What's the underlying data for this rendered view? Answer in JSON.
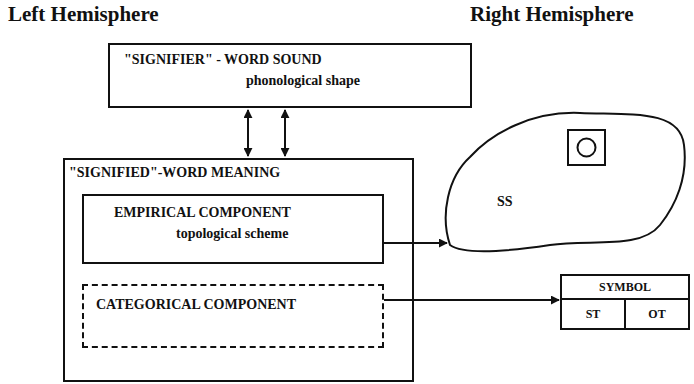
{
  "diagram": {
    "nodes": [
      {
        "text": [
          "\"SIGNIFIER\" - WORD SOUND",
          "phonological shape"
        ]
      },
      {
        "text": [
          "\"SIGNIFIED\"-WORD MEANING"
        ]
      },
      {
        "text": [
          "EMPIRICAL COMPONENT",
          "topological scheme"
        ],
        "in": 1
      },
      {
        "text": [
          "CATEGORICAL COMPONENT"
        ],
        "in": 1
      },
      {
        "text": [
          "SS"
        ]
      },
      {
        "text": [
          "SYMBOL",
          "ST",
          "OT"
        ]
      }
    ],
    "edges": [
      {
        "from": 0,
        "to": 1,
        "arrow": "both"
      },
      {
        "from": 0,
        "to": 1,
        "arrow": "both"
      },
      {
        "from": 2,
        "to": 4,
        "arrow": "to"
      },
      {
        "from": 3,
        "to": 5,
        "arrow": "to"
      }
    ],
    "labels": [
      "Left Hemisphere",
      "Right Hemisphere"
    ]
  }
}
